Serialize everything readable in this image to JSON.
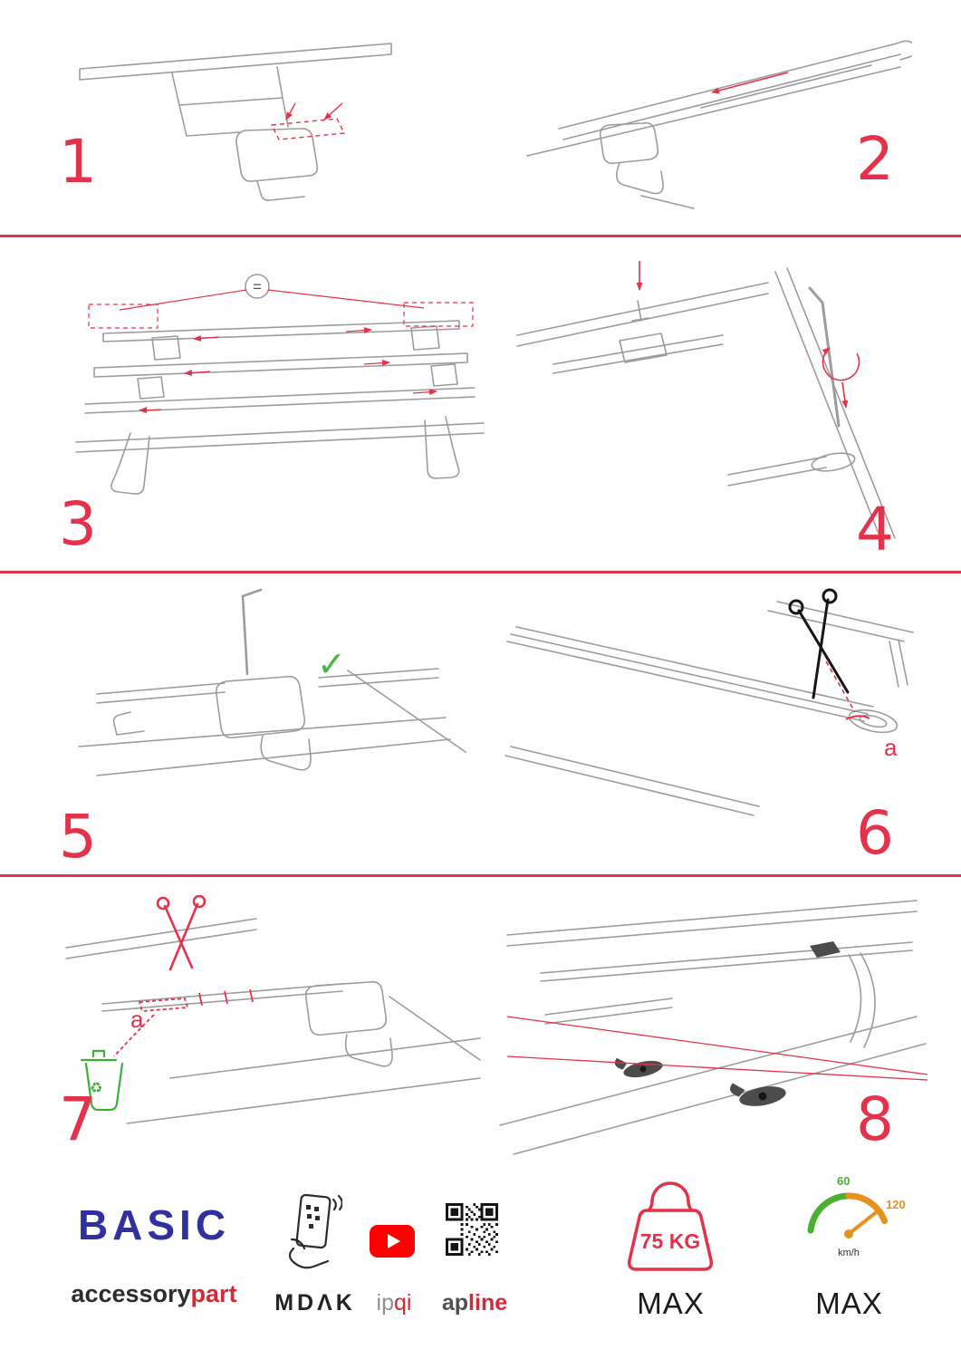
{
  "colors": {
    "accent_red": "#e5324b",
    "illustration_gray": "#9c9c9c",
    "basic_blue": "#32309e",
    "green": "#3fae35",
    "orange": "#e8921e",
    "youtube_red": "#ff0000"
  },
  "steps": [
    {
      "number": "1"
    },
    {
      "number": "2"
    },
    {
      "number": "3",
      "annotation": "="
    },
    {
      "number": "4"
    },
    {
      "number": "5"
    },
    {
      "number": "6",
      "label_a": "a"
    },
    {
      "number": "7",
      "label_a": "a"
    },
    {
      "number": "8"
    }
  ],
  "icons": {
    "scissors": "✂",
    "check": "✓",
    "recycle": "♻"
  },
  "footer": {
    "brand": {
      "title": "BASIC",
      "subtitle_dark": "accessory",
      "subtitle_red": "part"
    },
    "mdak": {
      "label": "MDΛK"
    },
    "ipqi": {
      "label_gray": "ip",
      "label_red": "qi"
    },
    "apline": {
      "label_dark": "ap",
      "label_red": "line"
    },
    "weight": {
      "value": "75 KG",
      "max": "MAX"
    },
    "speed": {
      "tick_low": "60",
      "tick_high": "120",
      "unit": "km/h",
      "max": "MAX"
    }
  }
}
